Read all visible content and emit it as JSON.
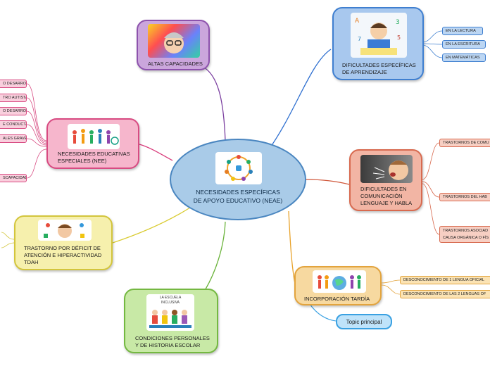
{
  "center": {
    "title_line1": "NECESIDADES ESPECÍFICAS",
    "title_line2": "DE APOYO EDUCATIVO (NEAE)"
  },
  "nodes": {
    "altas": {
      "label": "ALTAS CAPACIDADES"
    },
    "aprendizaje": {
      "line1": "DIFICULTADES ESPECÍFICAS",
      "line2": "DE APRENDIZAJE",
      "leaves": [
        "EN LA LECTURA",
        "EN LA ESCRITURA",
        "EN MATEMÁTICAS"
      ]
    },
    "nee": {
      "line1": "NECESIDADES EDUCATIVAS",
      "line2": "ESPECIALES (NEE)",
      "leaves": [
        "O DESARROLLO",
        "TRO AUTISTA",
        "O DESARROLLO",
        "E CONDUCTA",
        "ALES GRAVES",
        "SCAPACIDAD"
      ]
    },
    "habla": {
      "line1": "DIFICULTADES EN",
      "line2": "COMUNICACIÓN",
      "line3": "LENGUAJE Y HABLA",
      "leaves": [
        "TRASTORNOS DE COMU",
        "TRASTORNOS DEL HAB",
        "TRASTORNOS ASOCIAD",
        "CAUSA ORGÁNICA O FÍS"
      ]
    },
    "tdah": {
      "line1": "TRASTORNO POR DÉFICIT DE",
      "line2": "ATENCIÓN E HIPERACTIVIDAD",
      "line3": "TDAH"
    },
    "tardia": {
      "label": "INCORPORACIÓN TARDÍA",
      "leaves": [
        "DESCONOCIMIENTO DE 1 LENGUA OFICIAL",
        "DESCONOCIMIENTO DE LAS 2 LENGUAS OF"
      ]
    },
    "condiciones": {
      "line1": "CONDICIONES PERSONALES",
      "line2": "Y DE HISTORIA ESCOLAR",
      "image_caption1": "LA ESCUELA",
      "image_caption2": "INCLUSIVA"
    },
    "topic": {
      "label": "Topic principal"
    }
  },
  "colors": {
    "center_fill": "#a9cbe8",
    "center_stroke": "#4a86c0",
    "altas_fill": "#cba6dc",
    "altas_stroke": "#8d52ad",
    "aprendizaje_fill": "#a8c8ee",
    "aprendizaje_stroke": "#3f7fd0",
    "nee_fill": "#f6b6cc",
    "nee_stroke": "#d84b82",
    "habla_fill": "#f2b5a4",
    "habla_stroke": "#d86a4f",
    "tdah_fill": "#f6f0ad",
    "tdah_stroke": "#d3c53c",
    "tardia_fill": "#f7d9a0",
    "tardia_stroke": "#e3a43d",
    "condiciones_fill": "#c8e9a6",
    "condiciones_stroke": "#74b841",
    "topic_fill": "#bfe3fa",
    "topic_stroke": "#3aa1e2"
  }
}
